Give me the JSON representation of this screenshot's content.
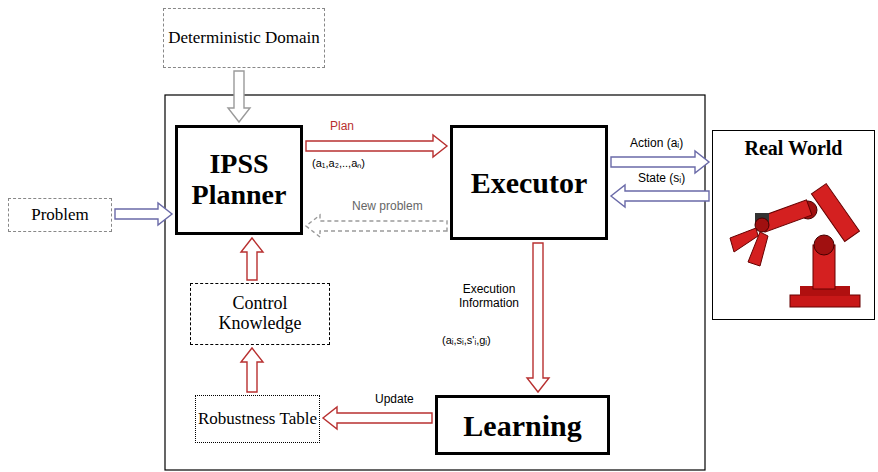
{
  "diagram": {
    "nodes": [
      {
        "text": [
          "Deterministic Domain"
        ]
      },
      {
        "text": [
          "Problem"
        ]
      },
      {
        "text": [
          "IPSS Planner"
        ]
      },
      {
        "text": [
          "Executor"
        ]
      },
      {
        "text": [
          "Real World"
        ]
      },
      {
        "text": [
          "Control Knowledge"
        ]
      },
      {
        "text": [
          "Robustness Table"
        ]
      },
      {
        "text": [
          "Learning"
        ]
      }
    ],
    "edges": [
      {
        "from": 0,
        "to": 2,
        "arrow": "to"
      },
      {
        "from": 1,
        "to": 2,
        "arrow": "to"
      },
      {
        "from": 2,
        "to": 3,
        "arrow": "to",
        "label": "Plan"
      },
      {
        "from": 3,
        "to": 2,
        "arrow": "to",
        "label": "New problem"
      },
      {
        "from": 3,
        "to": 4,
        "arrow": "to",
        "label": "Action (aᵢ)"
      },
      {
        "from": 4,
        "to": 3,
        "arrow": "to",
        "label": "State (sᵢ)"
      },
      {
        "from": 3,
        "to": 7,
        "arrow": "to",
        "label": "Execution Information"
      },
      {
        "from": 7,
        "to": 6,
        "arrow": "to",
        "label": "Update"
      },
      {
        "from": 6,
        "to": 5,
        "arrow": "to"
      },
      {
        "from": 5,
        "to": 2,
        "arrow": "to"
      }
    ],
    "labels": [
      "(a₁,a₂,..,aₙ)",
      "(aᵢ,sᵢ,s'ᵢ,gᵢ)"
    ]
  }
}
